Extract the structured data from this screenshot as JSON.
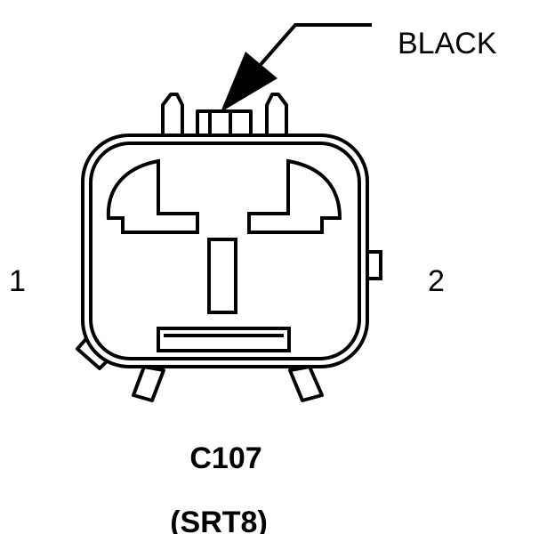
{
  "diagram": {
    "wire_color_label": "BLACK",
    "pin_left_label": "1",
    "pin_right_label": "2",
    "connector_id": "C107",
    "connector_variant": "(SRT8)",
    "line_color": "#000000",
    "background_color": "#ffffff"
  }
}
